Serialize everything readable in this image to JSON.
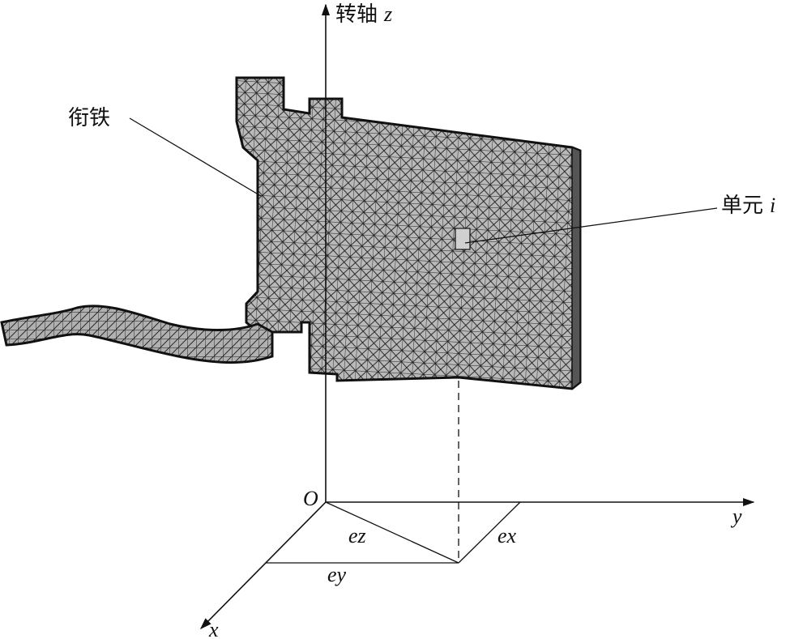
{
  "labels": {
    "axis_z_prefix": "转轴",
    "axis_z_var": "z",
    "armature": "衔铁",
    "element_prefix": "单元",
    "element_var": "i",
    "origin": "O",
    "axis_y": "y",
    "axis_x": "x",
    "ez": "ez",
    "ex": "ex",
    "ey": "ey"
  },
  "colors": {
    "mesh_fill": "#b9b9b9",
    "mesh_line": "#1a1a1a",
    "ink": "#111111"
  }
}
